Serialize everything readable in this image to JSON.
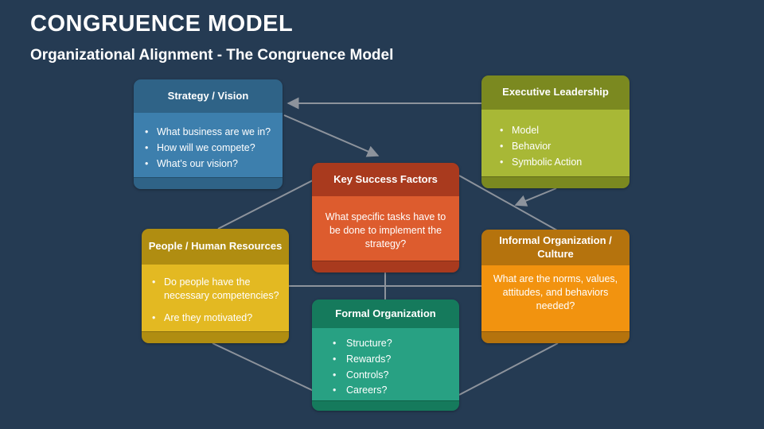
{
  "slide": {
    "title": "CONGRUENCE MODEL",
    "subtitle": "Organizational Alignment - The Congruence Model",
    "background_color": "#253B53",
    "connector_color": "#8D939C",
    "text_color": "#FFFFFF"
  },
  "boxes": {
    "strategy": {
      "title": "Strategy / Vision",
      "header_color": "#2F6387",
      "body_color": "#3D7FAD",
      "bullets": [
        "What business are we in?",
        "How will we compete?",
        "What’s our vision?"
      ]
    },
    "executive": {
      "title": "Executive Leadership",
      "header_color": "#7B8920",
      "body_color": "#A8B836",
      "bullets": [
        "Model",
        "Behavior",
        "Symbolic Action"
      ]
    },
    "key_success": {
      "title": "Key Success Factors",
      "header_color": "#A93A1E",
      "body_color": "#DD5C2E",
      "text": "What specific tasks have to be done to implement the strategy?"
    },
    "people": {
      "title": "People / Human Resources",
      "header_color": "#B08D11",
      "body_color": "#E3B922",
      "bullets": [
        "Do people have the necessary competencies?",
        "Are they motivated?"
      ]
    },
    "informal": {
      "title": "Informal Organization / Culture",
      "header_color": "#B5730D",
      "body_color": "#F2930F",
      "text": "What are the norms, values, attitudes, and behaviors needed?"
    },
    "formal": {
      "title": "Formal Organization",
      "header_color": "#157A5C",
      "body_color": "#28A183",
      "bullets": [
        "Structure?",
        "Rewards?",
        "Controls?",
        "Careers?"
      ]
    }
  },
  "connections": [
    {
      "id": "exec-to-strategy",
      "from": "executive",
      "to": "strategy",
      "arrow": true
    },
    {
      "id": "strategy-to-key-success",
      "from": "strategy",
      "to": "key_success",
      "arrow": true
    },
    {
      "id": "exec-to-key-success",
      "from": "executive",
      "to": "key_success",
      "arrow": true
    },
    {
      "id": "key-success-to-informal",
      "from": "key_success",
      "to": "informal",
      "arrow": false
    },
    {
      "id": "people-to-informal",
      "from": "people",
      "to": "informal",
      "arrow": false
    },
    {
      "id": "key-success-to-formal",
      "from": "key_success",
      "to": "formal",
      "arrow": false
    },
    {
      "id": "people-to-key-success",
      "from": "people",
      "to": "key_success",
      "arrow": false
    },
    {
      "id": "people-to-formal",
      "from": "people",
      "to": "formal",
      "arrow": false
    },
    {
      "id": "formal-to-informal",
      "from": "formal",
      "to": "informal",
      "arrow": false
    }
  ]
}
